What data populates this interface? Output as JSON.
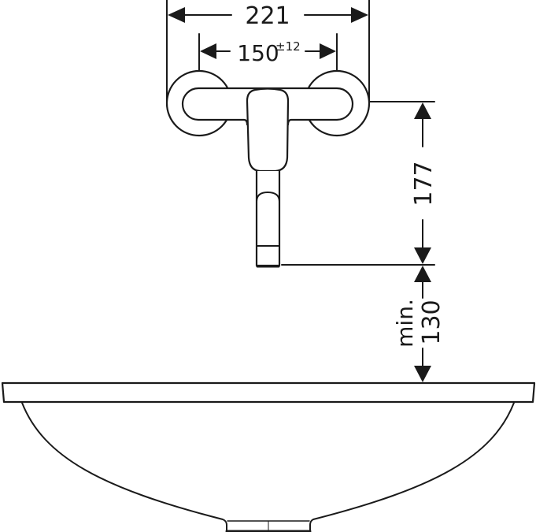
{
  "drawing": {
    "type": "technical-drawing",
    "subject": "wall-mounted single-lever basin mixer above washbasin",
    "colors": {
      "line": "#1a1a1a",
      "background": "#ffffff"
    }
  },
  "dimensions": {
    "overall_width": {
      "value": "221"
    },
    "connection_spacing": {
      "value": "150",
      "tolerance": "±12"
    },
    "spout_height": {
      "value": "177"
    },
    "clearance": {
      "prefix": "min.",
      "value": "130"
    }
  },
  "components": [
    {
      "name": "wall-escutcheon-left"
    },
    {
      "name": "wall-escutcheon-right"
    },
    {
      "name": "mixer-body"
    },
    {
      "name": "lever-handle"
    },
    {
      "name": "spout"
    },
    {
      "name": "washbasin"
    },
    {
      "name": "drain"
    }
  ]
}
